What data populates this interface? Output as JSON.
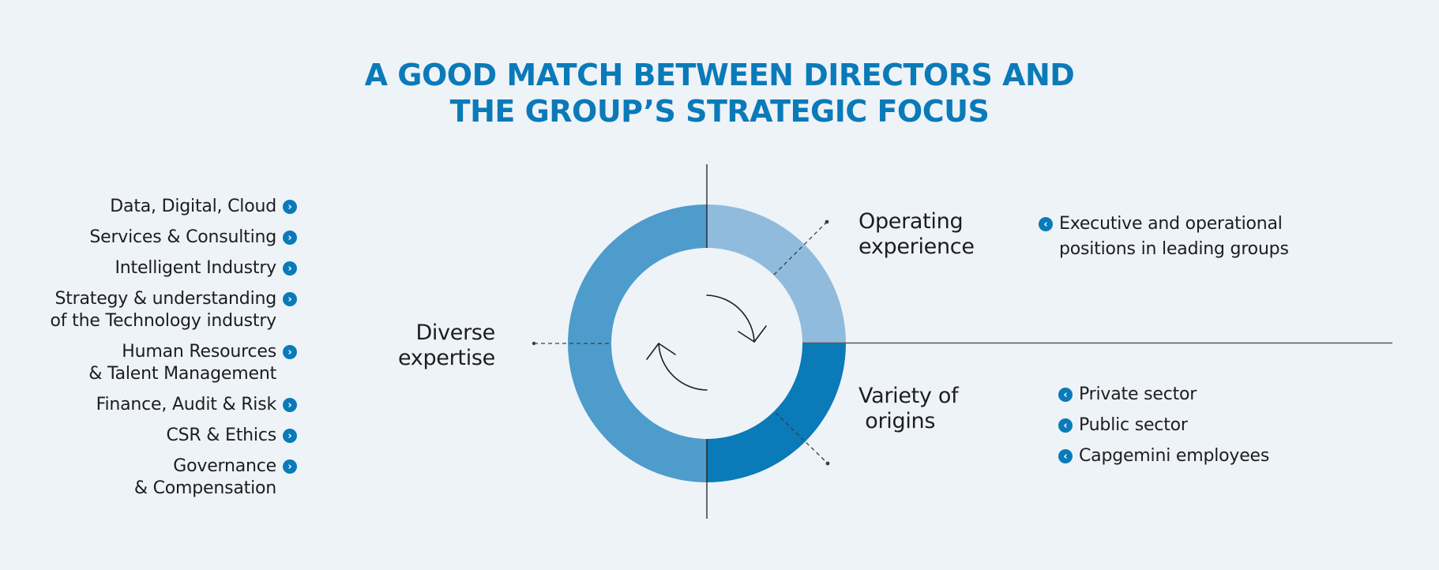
{
  "title": {
    "line1": "A GOOD MATCH BETWEEN DIRECTORS AND",
    "line2": "THE GROUP’S STRATEGIC FOCUS"
  },
  "colors": {
    "title": "#0a7ab8",
    "bullet": "#0a7ab8",
    "segment_diverse": "#4d9ccb",
    "segment_operating": "#90bbdc",
    "segment_variety": "#0a7ab8",
    "background": "#eef3f8"
  },
  "expertise_list": {
    "bullet_icon": "chevron-right-circle-icon",
    "items": [
      {
        "lines": [
          "Data, Digital, Cloud"
        ]
      },
      {
        "lines": [
          "Services & Consulting"
        ]
      },
      {
        "lines": [
          "Intelligent Industry"
        ]
      },
      {
        "lines": [
          "Strategy & understanding",
          "of the Technology industry"
        ]
      },
      {
        "lines": [
          "Human Resources",
          "& Talent Management"
        ]
      },
      {
        "lines": [
          "Finance, Audit & Risk"
        ]
      },
      {
        "lines": [
          "CSR & Ethics"
        ]
      },
      {
        "lines": [
          "Governance",
          "& Compensation"
        ]
      }
    ]
  },
  "chart_data": {
    "type": "pie",
    "title": "A GOOD MATCH BETWEEN DIRECTORS AND THE GROUP’S STRATEGIC FOCUS",
    "categories": [
      "Diverse expertise",
      "Operating experience",
      "Variety of origins"
    ],
    "values": [
      50,
      25,
      25
    ],
    "donut": true,
    "center_icon": "cycle-arrows-icon"
  },
  "segments": {
    "diverse": {
      "label": "Diverse\nexpertise"
    },
    "operating": {
      "label": "Operating\nexperience"
    },
    "variety": {
      "label": "Variety of\n origins"
    }
  },
  "operating_details": {
    "bullet_icon": "chevron-left-circle-icon",
    "text": "Executive and operational positions in leading groups"
  },
  "origins_details": {
    "bullet_icon": "chevron-left-circle-icon",
    "items": [
      "Private sector",
      "Public sector",
      "Capgemini employees"
    ]
  },
  "glyphs": {
    "right": "›",
    "left": "‹"
  }
}
